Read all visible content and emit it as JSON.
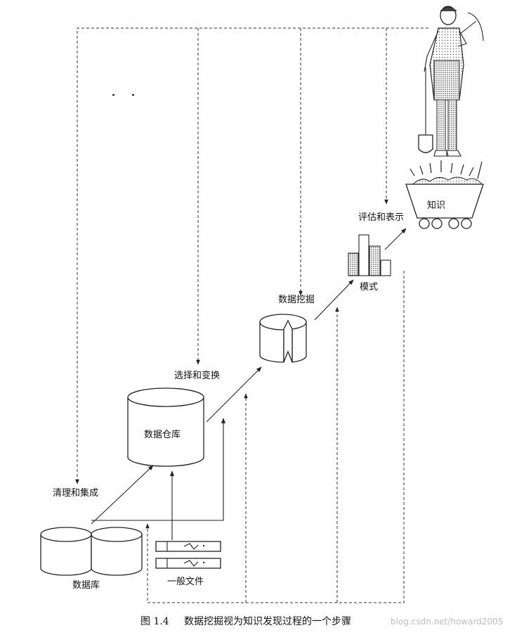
{
  "labels": {
    "database": "数据库",
    "flat_files": "一般文件",
    "clean_integrate": "清理和集成",
    "warehouse": "数据仓库",
    "select_transform": "选择和变换",
    "data_mining": "数据挖掘",
    "patterns": "模式",
    "evaluate_present": "评估和表示",
    "knowledge": "知识"
  },
  "caption": {
    "figure_number": "图 1.4",
    "text": "数据挖掘视为知识发现过程的一个步骤"
  },
  "watermark": "blog.csdn.net/howard2005",
  "colors": {
    "ink": "#222222",
    "watermark": "#bdbdbd"
  }
}
